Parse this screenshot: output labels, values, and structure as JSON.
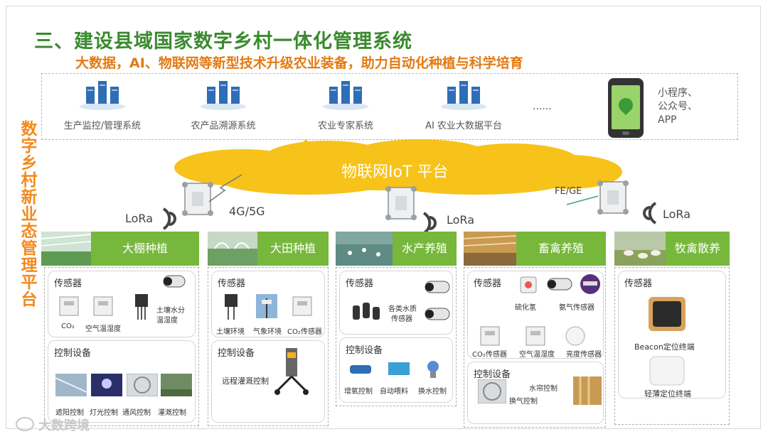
{
  "title": "三、建设县域国家数字乡村一体化管理系统",
  "subtitle": "大数据，AI、物联网等新型技术升级农业装备，助力自动化种植与科学培育",
  "side_label": "数字乡村新业态管理平台",
  "systems": [
    "生产监控/管理系统",
    "农产品溯源系统",
    "农业专家系统",
    "AI 农业大数据平台"
  ],
  "systems_more": "......",
  "app_text": [
    "小程序、",
    "公众号、",
    "APP"
  ],
  "iot_platform": "物联网IoT 平台",
  "network": {
    "lora": "LoRa",
    "cellular": "4G/5G",
    "fe": "FE/GE"
  },
  "columns": [
    {
      "name": "大棚种植",
      "sensor_title": "传感器",
      "sensors": [
        "CO₂",
        "空气温湿度",
        "土壤水分",
        "温湿度"
      ],
      "control_title": "控制设备",
      "controls": [
        "遮阳控制",
        "灯光控制",
        "通风控制",
        "灌溉控制"
      ]
    },
    {
      "name": "大田种植",
      "sensor_title": "传感器",
      "sensors": [
        "土壤环境",
        "气象环境",
        "CO₂传感器"
      ],
      "control_title": "控制设备",
      "controls": [
        "远程灌溉控制"
      ]
    },
    {
      "name": "水产养殖",
      "sensor_title": "传感器",
      "sensors": [
        "各类水质",
        "传感器"
      ],
      "control_title": "控制设备",
      "controls": [
        "增氧控制",
        "自动喂料",
        "换水控制"
      ]
    },
    {
      "name": "畜禽养殖",
      "sensor_title": "传感器",
      "sensors": [
        "硫化氢",
        "氨气传感器",
        "CO₂传感器",
        "空气温湿度",
        "亮度传感器"
      ],
      "control_title": "控制设备",
      "controls": [
        "水帘控制",
        "换气控制"
      ]
    },
    {
      "name": "牧禽散养",
      "sensor_title": "传感器",
      "sensors": [
        "Beacon定位终端",
        "轻薄定位终端"
      ]
    }
  ],
  "watermark": "大数跨境",
  "colors": {
    "title_green": "#3a8a2e",
    "accent_orange": "#e37a12",
    "header_green": "#77b83c",
    "cloud_yellow": "#f7c21a"
  }
}
